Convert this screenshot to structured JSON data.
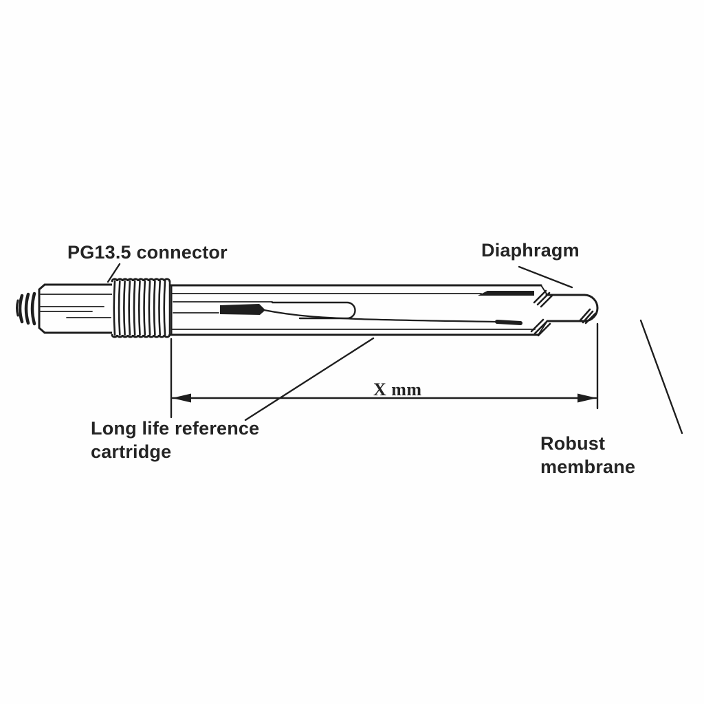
{
  "page": {
    "title": "pH electrode technical diagram",
    "background": "#fefefe",
    "ink_color": "#1e1e1e"
  },
  "labels": {
    "connector": "PG13.5 connector",
    "diaphragm": "Diaphragm",
    "dimension": "X mm",
    "reference": "Long life reference\ncartridge",
    "membrane": "Robust membrane"
  }
}
